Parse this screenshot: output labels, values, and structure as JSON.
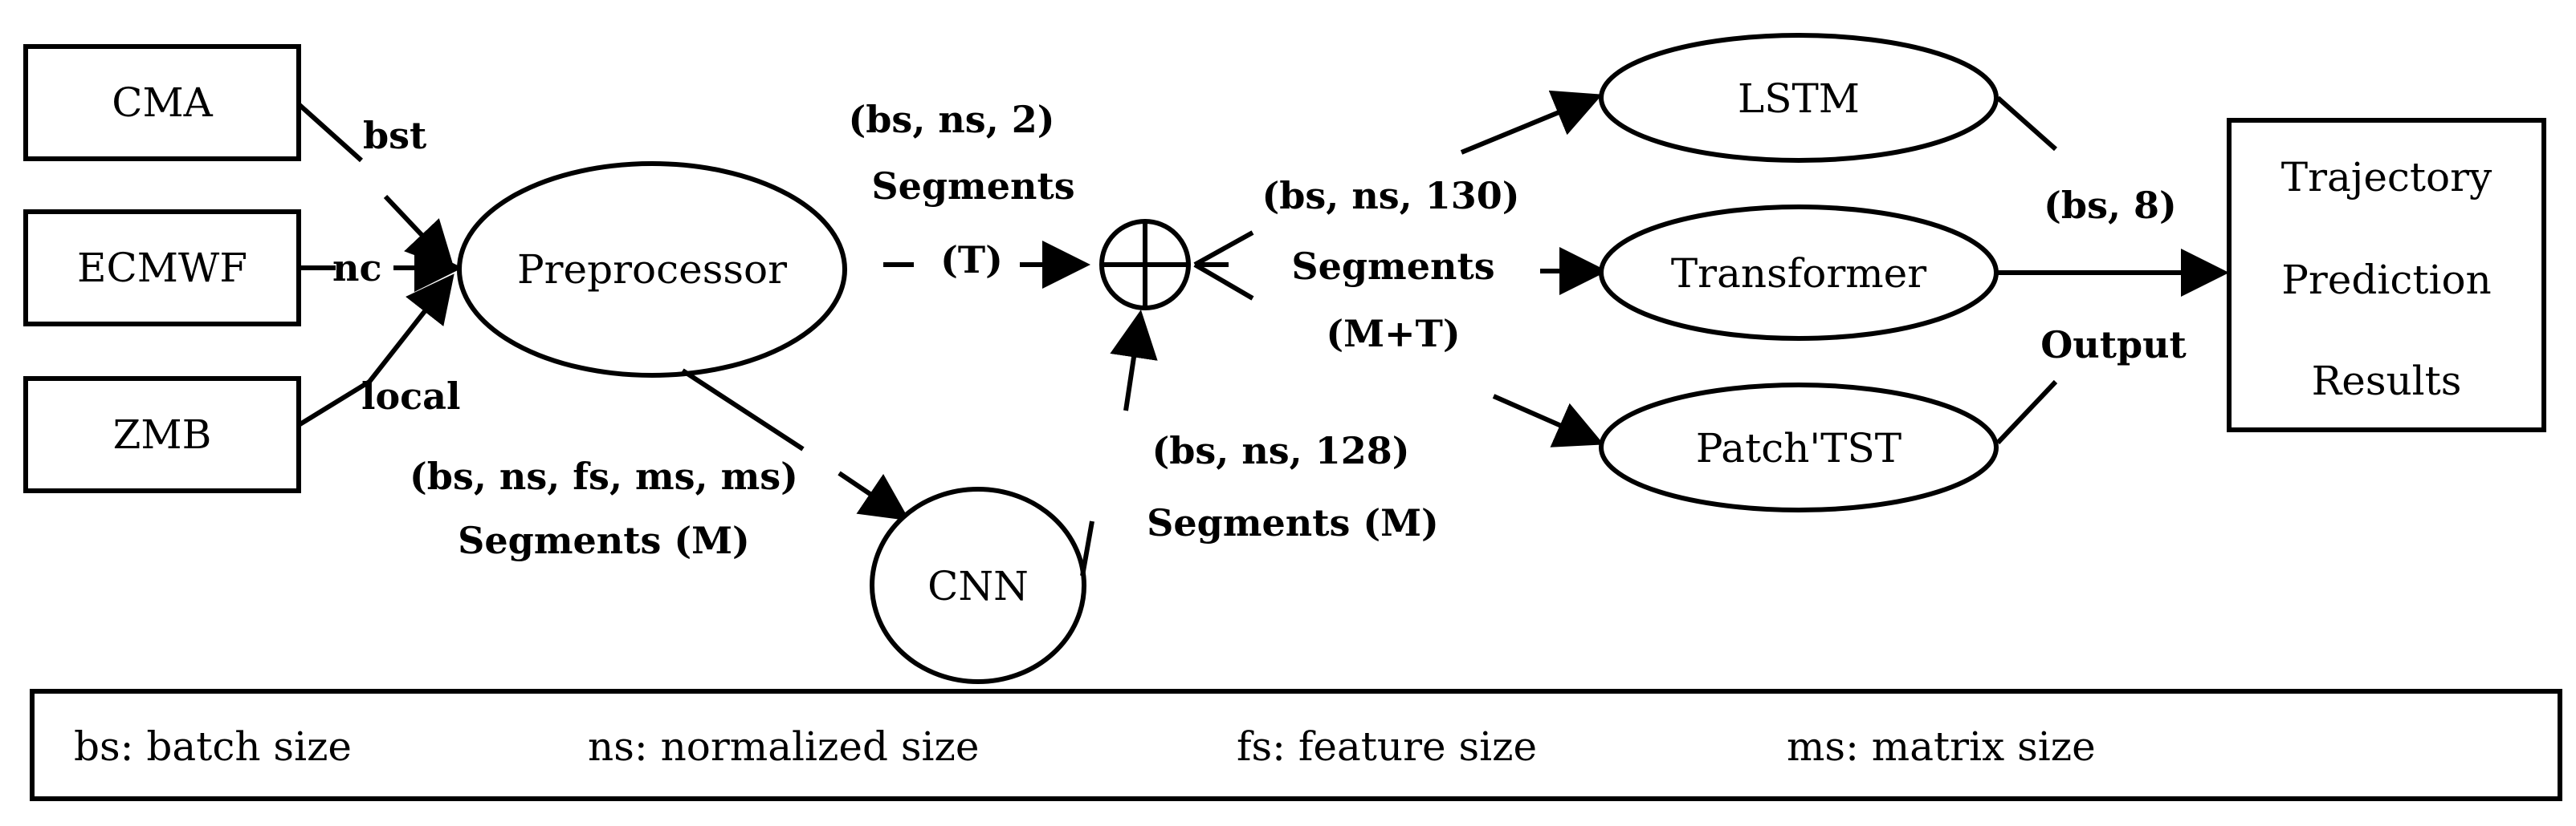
{
  "sources": {
    "cma": "CMA",
    "ecmwf": "ECMWF",
    "zmb": "ZMB"
  },
  "source_edges": {
    "bst": "bst",
    "nc": "nc",
    "local": "local"
  },
  "nodes": {
    "preprocessor": "Preprocessor",
    "cnn": "CNN",
    "lstm": "LSTM",
    "transformer": "Transformer",
    "patchtst": "Patch'TST",
    "results": [
      "Trajectory",
      "Prediction",
      "Results"
    ]
  },
  "edges": {
    "t_segments": [
      "(bs, ns, 2)",
      "Segments",
      "(T)"
    ],
    "m_segments_in": [
      "(bs, ns, fs, ms, ms)",
      "Segments (M)"
    ],
    "m_segments_out": [
      "(bs, ns, 128)",
      "Segments (M)"
    ],
    "mt_segments": [
      "(bs, ns, 130)",
      "Segments",
      "(M+T)"
    ],
    "output_shape": "(bs, 8)",
    "output_label": "Output"
  },
  "legend": {
    "bs": "bs: batch size",
    "ns": "ns: normalized size",
    "fs": "fs: feature size",
    "ms": "ms: matrix size"
  }
}
